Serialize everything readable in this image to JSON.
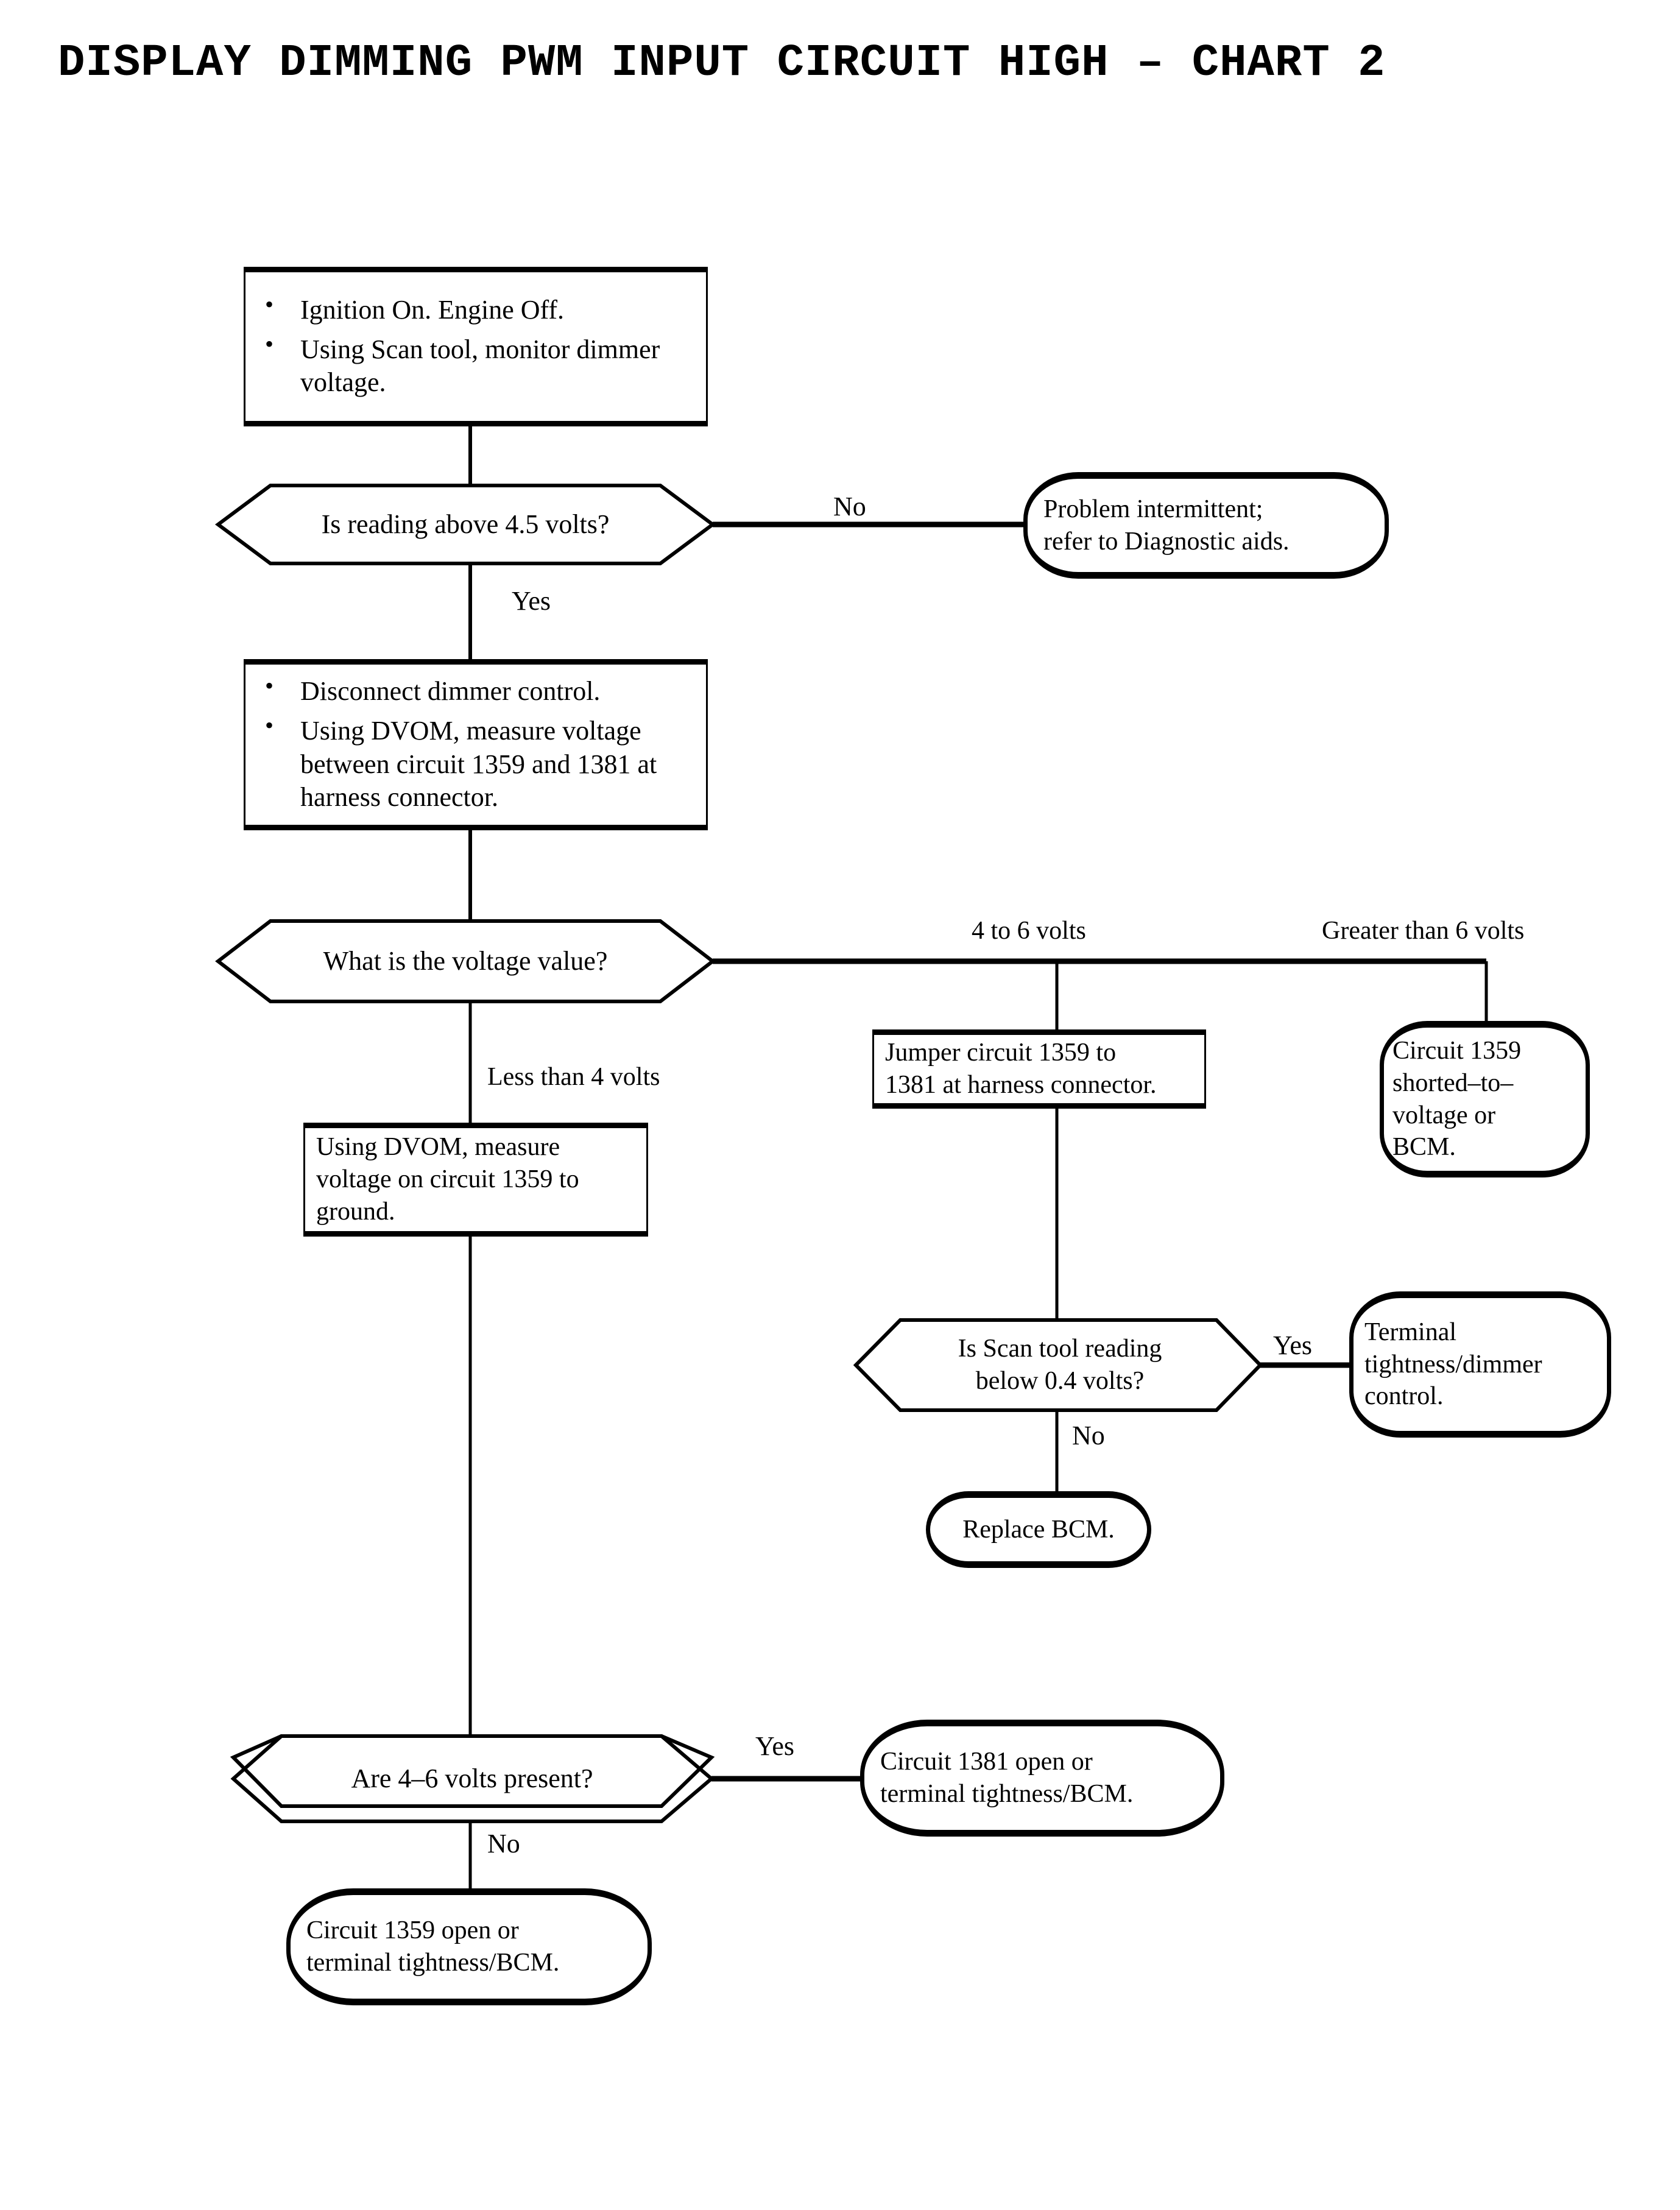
{
  "page": {
    "title": "DISPLAY DIMMING PWM INPUT CIRCUIT HIGH – CHART 2",
    "background_color": "#ffffff",
    "line_color": "#000000",
    "text_color": "#000000"
  },
  "nodes": {
    "step1": {
      "type": "process",
      "bullets": [
        "Ignition On. Engine Off.",
        "Using Scan tool, monitor dimmer voltage."
      ]
    },
    "decision1": {
      "type": "decision",
      "text": "Is reading above 4.5 volts?"
    },
    "term_intermittent": {
      "type": "terminator",
      "line1": "Problem intermittent;",
      "line2": "refer to Diagnostic aids."
    },
    "step2": {
      "type": "process",
      "bullets": [
        "Disconnect dimmer control.",
        "Using DVOM, measure voltage between circuit 1359 and 1381 at harness connector."
      ]
    },
    "decision2": {
      "type": "decision",
      "text": "What is the voltage value?"
    },
    "step_jumper": {
      "type": "process",
      "line1": "Jumper circuit 1359 to",
      "line2": "1381 at harness connector."
    },
    "term_shorted": {
      "type": "terminator",
      "line1": "Circuit 1359",
      "line2": "shorted–to–",
      "line3": "voltage or",
      "line4": "BCM."
    },
    "step_dvom_ground": {
      "type": "process",
      "line1": "Using DVOM, measure",
      "line2": "voltage on circuit 1359 to",
      "line3": "ground."
    },
    "decision3": {
      "type": "decision",
      "line1": "Is Scan tool reading",
      "line2": "below 0.4 volts?"
    },
    "term_terminal_tightness": {
      "type": "terminator",
      "line1": "Terminal",
      "line2": "tightness/dimmer",
      "line3": "control."
    },
    "term_replace_bcm": {
      "type": "terminator",
      "text": "Replace BCM."
    },
    "decision4": {
      "type": "decision",
      "text": "Are 4–6 volts present?"
    },
    "term_1381_open": {
      "type": "terminator",
      "line1": "Circuit 1381 open or",
      "line2": "terminal tightness/BCM."
    },
    "term_1359_open": {
      "type": "terminator",
      "line1": "Circuit 1359 open or",
      "line2": "terminal tightness/BCM."
    }
  },
  "edge_labels": {
    "d1_no": "No",
    "d1_yes": "Yes",
    "d2_4to6": "4 to 6 volts",
    "d2_greater6": "Greater than 6 volts",
    "d2_less4": "Less than 4 volts",
    "d3_yes": "Yes",
    "d3_no": "No",
    "d4_yes": "Yes",
    "d4_no": "No"
  }
}
